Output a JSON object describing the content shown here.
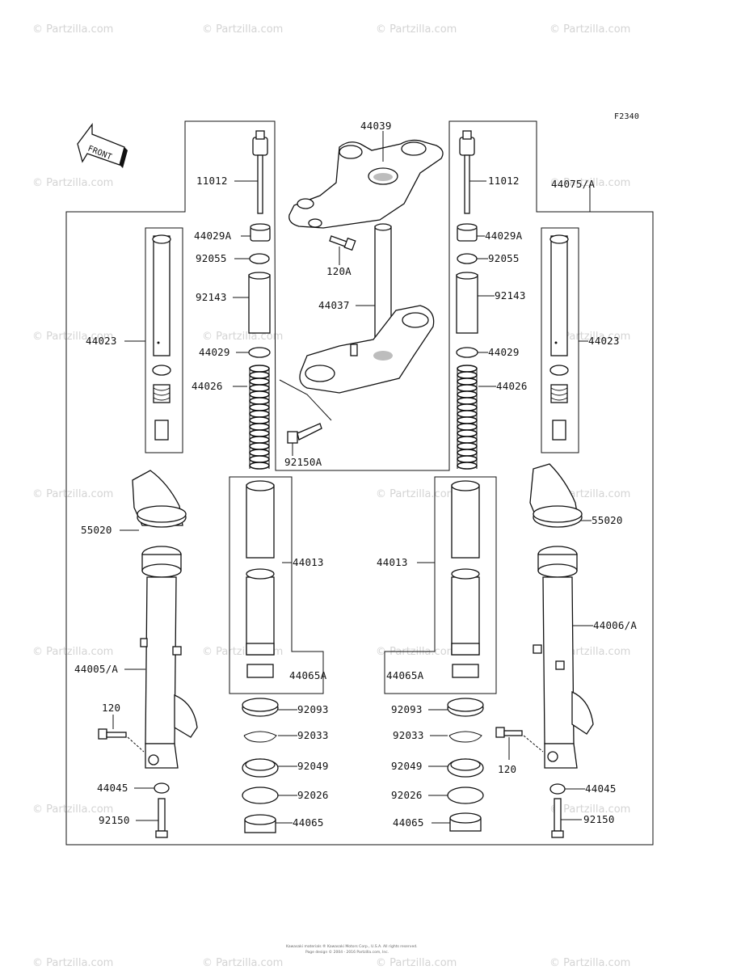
{
  "diagram": {
    "figure_code": "F2340",
    "front_label": "FRONT",
    "watermark": "© Partzilla.com",
    "footer_line1": "Kawasaki materials ® Kawasaki Motors Corp., U.S.A. All rights reserved.",
    "footer_line2": "Page design © 2004 - 2016 Partzilla.com, Inc."
  },
  "parts": {
    "p11012": "11012",
    "p44039": "44039",
    "p44075A": "44075/A",
    "p44029A": "44029A",
    "p92055": "92055",
    "p120A": "120A",
    "p92143": "92143",
    "p44037": "44037",
    "p44023": "44023",
    "p44029": "44029",
    "p44026": "44026",
    "p92150A": "92150A",
    "p55020": "55020",
    "p44013": "44013",
    "p44006A": "44006/A",
    "p44005A": "44005/A",
    "p44065A": "44065A",
    "p92093": "92093",
    "p92033": "92033",
    "p120": "120",
    "p92049": "92049",
    "p44045": "44045",
    "p92026": "92026",
    "p92150": "92150",
    "p44065": "44065"
  }
}
